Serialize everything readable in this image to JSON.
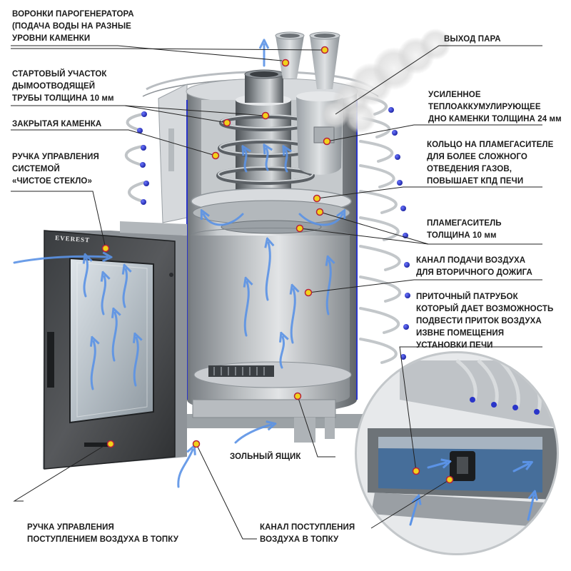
{
  "diagram": {
    "brand_logo": "EVEREST",
    "colors": {
      "leader_line": "#222222",
      "callout_dot": "#f1d21a",
      "callout_dot_ring": "#b8203a",
      "airflow": "#5b93e6",
      "rail_ball": "#2a35c9",
      "outline": "#2a35c9"
    },
    "labels": [
      {
        "id": "steam-generator-funnels",
        "text": "ВОРОНКИ ПАРОГЕНЕРАТОРА\n(ПОДАЧА ВОДЫ НА РАЗНЫЕ\nУРОВНИ КАМЕНКИ"
      },
      {
        "id": "starting-flue-section",
        "text": "СТАРТОВЫЙ УЧАСТОК\nДЫМООТВОДЯЩЕЙ\nТРУБЫ ТОЛЩИНА 10 мм"
      },
      {
        "id": "closed-stone-box",
        "text": "ЗАКРЫТАЯ КАМЕНКА"
      },
      {
        "id": "clean-glass-handle",
        "text": "РУЧКА УПРАВЛЕНИЯ\nСИСТЕМОЙ\n«ЧИСТОЕ СТЕКЛО»"
      },
      {
        "id": "steam-outlet",
        "text": "ВЫХОД ПАРА"
      },
      {
        "id": "heat-accumulating-bottom",
        "text": "УСИЛЕННОЕ\nТЕПЛОАККУМУЛИРУЮЩЕЕ\nДНО КАМЕНКИ ТОЛЩИНА 24 мм"
      },
      {
        "id": "flame-damper-ring",
        "text": "КОЛЬЦО НА ПЛАМЕГАСИТЕЛЕ\nДЛЯ БОЛЕЕ СЛОЖНОГО\nОТВЕДЕНИЯ ГАЗОВ,\nПОВЫШАЕТ КПД ПЕЧИ"
      },
      {
        "id": "flame-damper",
        "text": "ПЛАМЕГАСИТЕЛЬ\nТОЛЩИНА 10 мм"
      },
      {
        "id": "secondary-air-channel",
        "text": "КАНАЛ ПОДАЧИ ВОЗДУХА\nДЛЯ ВТОРИЧНОГО ДОЖИГА"
      },
      {
        "id": "inlet-pipe",
        "text": "ПРИТОЧНЫЙ ПАТРУБОК\nКОТОРЫЙ ДАЕТ ВОЗМОЖНОСТЬ\nПОДВЕСТИ ПРИТОК ВОЗДУХА\nИЗВНЕ ПОМЕЩЕНИЯ\nУСТАНОВКИ ПЕЧИ"
      },
      {
        "id": "ash-box",
        "text": "ЗОЛЬНЫЙ ЯЩИК"
      },
      {
        "id": "firebox-air-handle",
        "text": "РУЧКА УПРАВЛЕНИЯ\nПОСТУПЛЕНИЕМ ВОЗДУХА В ТОПКУ"
      },
      {
        "id": "firebox-air-channel",
        "text": "КАНАЛ ПОСТУПЛЕНИЯ\nВОЗДУХА В ТОПКУ"
      }
    ]
  }
}
